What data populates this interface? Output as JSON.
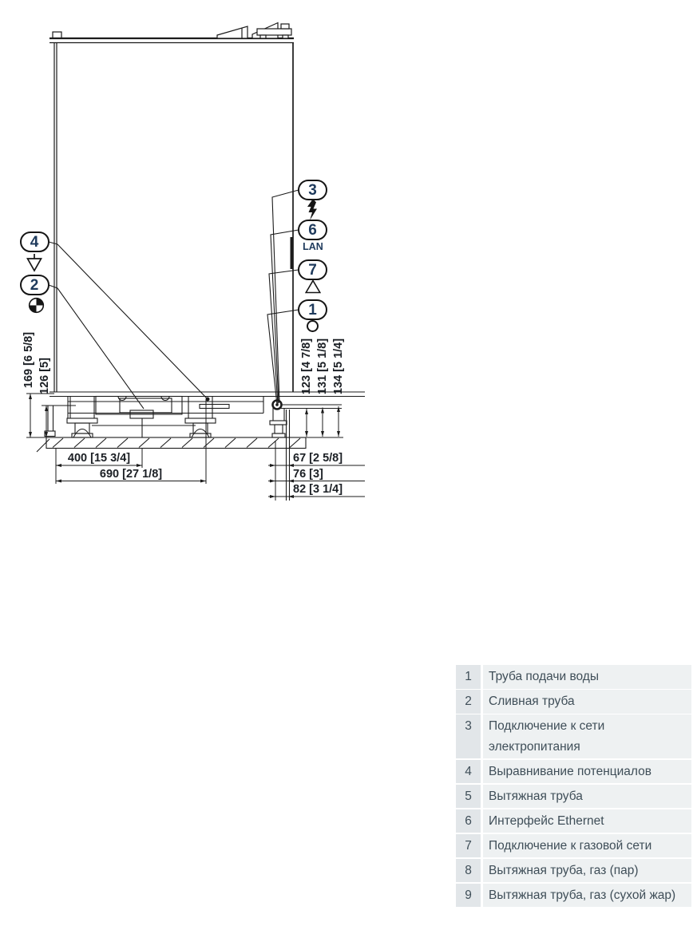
{
  "diagram": {
    "callouts": [
      {
        "number": "4",
        "symbol": "equipotential-icon",
        "side": "left"
      },
      {
        "number": "2",
        "symbol": "drain-icon",
        "side": "left"
      },
      {
        "number": "3",
        "symbol": "lightning-icon",
        "side": "right"
      },
      {
        "number": "6",
        "symbol": "lan-label",
        "symbol_label": "LAN",
        "side": "right"
      },
      {
        "number": "7",
        "symbol": "gas-triangle-icon",
        "side": "right"
      },
      {
        "number": "1",
        "symbol": "water-circle-icon",
        "side": "right"
      }
    ],
    "dimensions": {
      "left_vertical": [
        {
          "label": "169 [6 5/8]"
        },
        {
          "label": "126 [5]"
        }
      ],
      "right_vertical": [
        {
          "label": "123 [4 7/8]"
        },
        {
          "label": "131 [5 1/8]"
        },
        {
          "label": "134 [5 1/4]"
        }
      ],
      "bottom_left": [
        {
          "label": "400 [15 3/4]"
        },
        {
          "label": "690 [27 1/8]"
        }
      ],
      "bottom_right": [
        {
          "label": "67 [2 5/8]"
        },
        {
          "label": "76 [3]"
        },
        {
          "label": "82 [3 1/4]"
        }
      ]
    }
  },
  "legend": {
    "rows": [
      {
        "num": "1",
        "label": "Труба подачи воды"
      },
      {
        "num": "2",
        "label": "Сливная труба"
      },
      {
        "num": "3",
        "label": "Подключение к сети электропитания"
      },
      {
        "num": "4",
        "label": "Выравнивание потенциалов"
      },
      {
        "num": "5",
        "label": "Вытяжная труба"
      },
      {
        "num": "6",
        "label": "Интерфейс Ethernet"
      },
      {
        "num": "7",
        "label": "Подключение к газовой сети"
      },
      {
        "num": "8",
        "label": "Вытяжная труба, газ (пар)"
      },
      {
        "num": "9",
        "label": "Вытяжная труба, газ (сухой жар)"
      }
    ]
  },
  "colors": {
    "line": "#1b1b1b",
    "callout_text": "#1e3a5c",
    "dimension_text": "#1b1f24",
    "legend_number_bg": "#e2e6e9",
    "legend_row_bg": "#eef1f2",
    "legend_text": "#3f4e58"
  }
}
